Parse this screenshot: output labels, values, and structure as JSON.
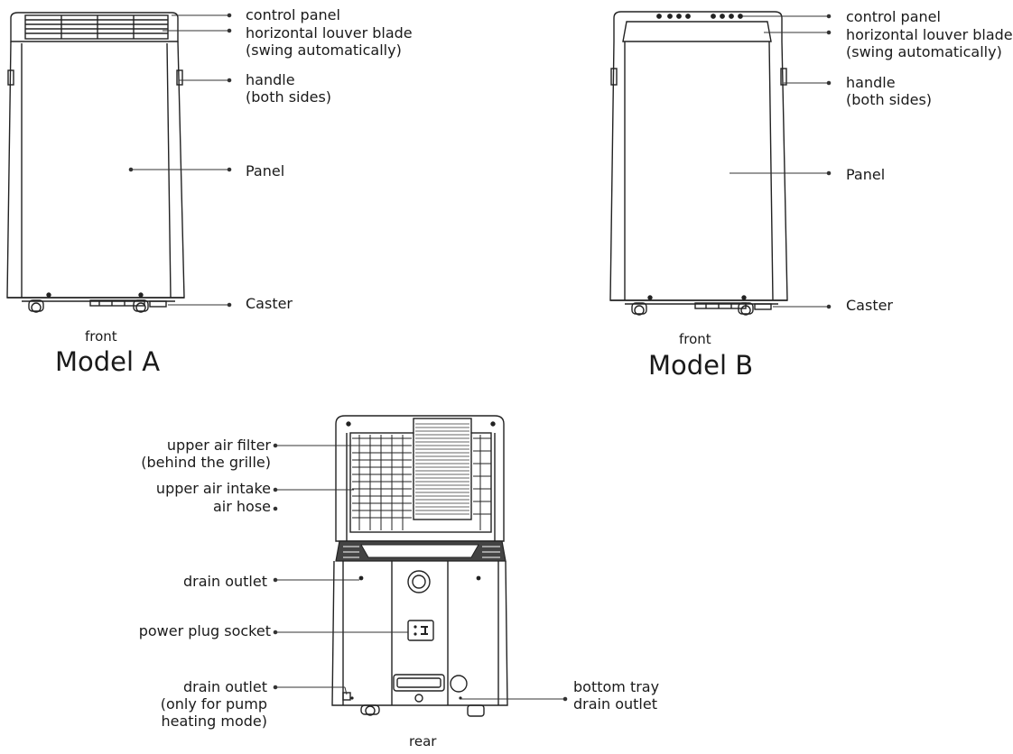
{
  "front_labels": {
    "control_panel": "control panel",
    "louver": "horizontal louver blade\n(swing automatically)",
    "handle": "handle\n(both sides)",
    "panel": "Panel",
    "caster": "Caster"
  },
  "model_a": {
    "view": "front",
    "title": "Model A"
  },
  "model_b": {
    "view": "front",
    "title": "Model B"
  },
  "rear": {
    "view": "rear",
    "upper_air_filter": "upper air filter\n(behind the grille)",
    "upper_air_intake": "upper air intake",
    "air_hose": "air hose",
    "drain_outlet": "drain outlet",
    "power_plug_socket": "power plug socket",
    "drain_outlet_pump": "drain outlet\n(only for pump\nheating mode)",
    "bottom_tray": "bottom tray\ndrain outlet"
  }
}
